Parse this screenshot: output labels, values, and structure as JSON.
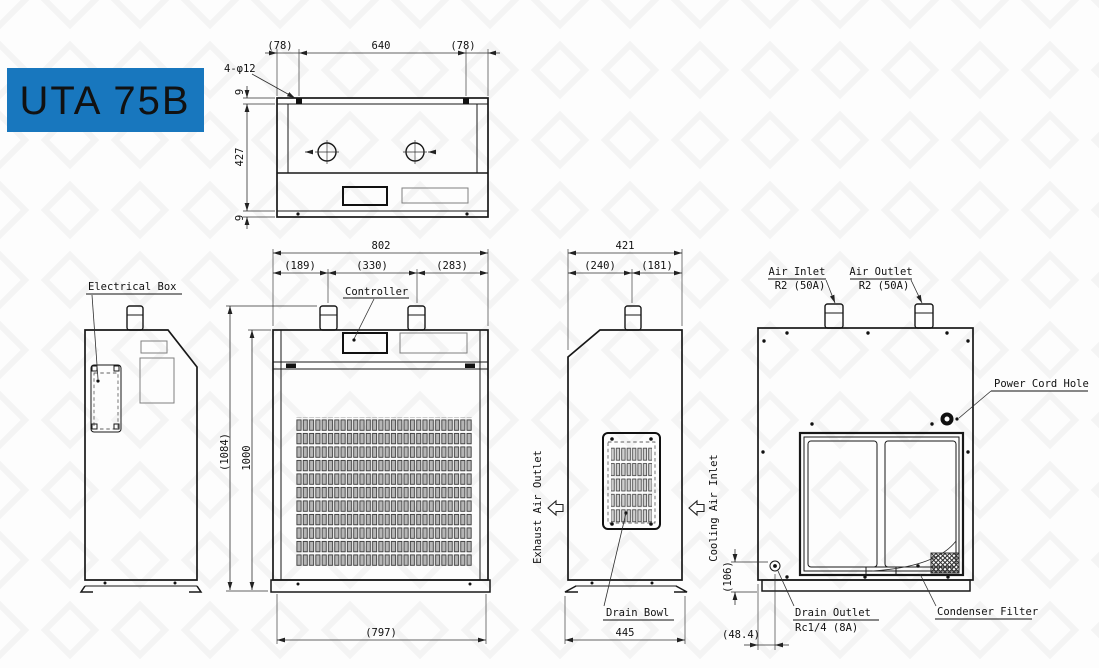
{
  "badge": {
    "label": "UTA 75B"
  },
  "colors": {
    "badge_bg": "#1877be",
    "badge_fg": "#ffffff"
  },
  "top_view": {
    "dims": {
      "hole_offset_left": "(78)",
      "hole_span": "640",
      "hole_offset_right": "(78)",
      "holes": "4-φ12",
      "flange_top": "9",
      "depth": "427",
      "flange_bottom": "9"
    }
  },
  "front_view": {
    "dims": {
      "width": "802",
      "inlet_offset": "(189)",
      "pipe_span": "(330)",
      "outlet_offset": "(283)",
      "overall_height": "(1084)",
      "body_height": "1000",
      "base_width": "(797)"
    },
    "labels": {
      "controller": "Controller"
    }
  },
  "left_side_view": {
    "labels": {
      "electrical_box": "Electrical Box"
    }
  },
  "right_side_view": {
    "dims": {
      "depth": "421",
      "front_offset": "(240)",
      "rear_offset": "(181)",
      "base_depth": "445",
      "drain_height": "(106)",
      "drain_offset": "(48.4)"
    },
    "labels": {
      "exhaust": "Exhaust Air Outlet",
      "cooling": "Cooling Air Inlet",
      "drain_bowl": "Drain Bowl"
    }
  },
  "rear_view": {
    "labels": {
      "air_inlet": "Air Inlet",
      "air_inlet_size": "R2 (50A)",
      "air_outlet": "Air Outlet",
      "air_outlet_size": "R2 (50A)",
      "power_cord_hole": "Power Cord Hole",
      "drain_outlet": "Drain Outlet",
      "drain_outlet_size": "Rc1/4 (8A)",
      "condenser_filter": "Condenser Filter"
    }
  }
}
